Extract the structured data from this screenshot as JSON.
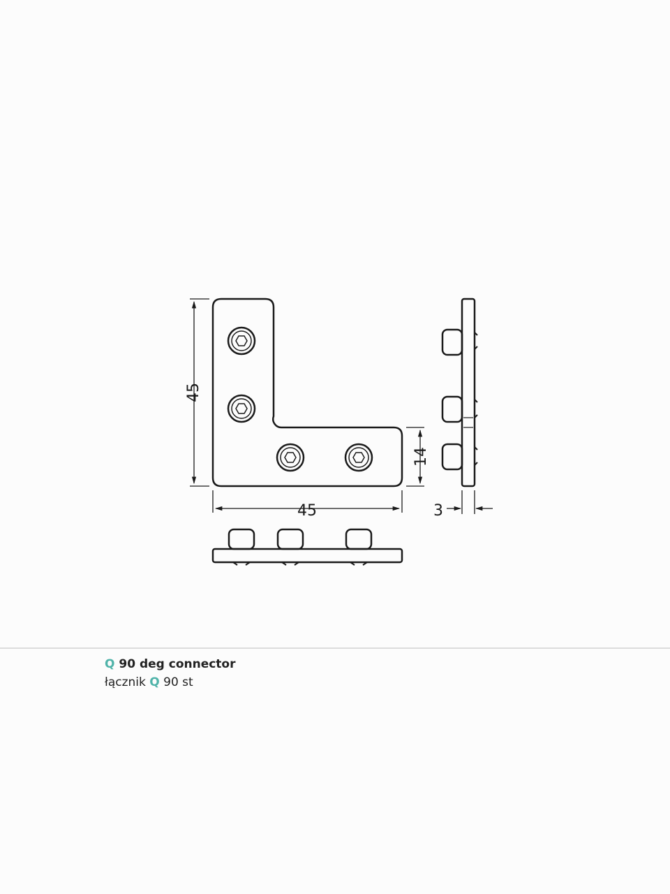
{
  "dimensions": {
    "height_left": "45",
    "width_bottom": "45",
    "arm_height": "14",
    "thickness": "3"
  },
  "caption": {
    "line1_prefix": "Q",
    "line1_text": "90 deg connector",
    "line2_text": "łącznik",
    "line2_accent": "Q",
    "line2_suffix": "90 st"
  },
  "colors": {
    "line": "#1a1a1a",
    "accent": "#4fb3a9",
    "background": "#fcfcfc"
  }
}
